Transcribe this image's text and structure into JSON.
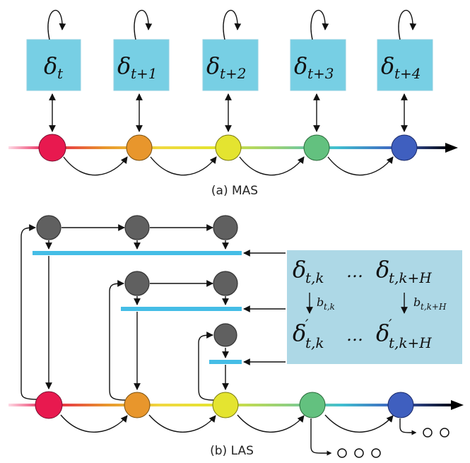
{
  "mas": {
    "caption": "(a) MAS",
    "boxes": [
      {
        "base": "δ",
        "sub": "t"
      },
      {
        "base": "δ",
        "sub": "t+1"
      },
      {
        "base": "δ",
        "sub": "t+2"
      },
      {
        "base": "δ",
        "sub": "t+3"
      },
      {
        "base": "δ",
        "sub": "t+4"
      }
    ]
  },
  "las": {
    "caption": "(b) LAS",
    "panel": {
      "row1_left_base": "δ",
      "row1_left_sub": "t,k",
      "row1_ellipsis": "…",
      "row1_right_base": "δ",
      "row1_right_sub": "t,k+H",
      "arrow_left_label": "b",
      "arrow_left_sub": "t,k",
      "arrow_right_label": "b",
      "arrow_right_sub": "t,k+H",
      "row2_left_base": "δ",
      "row2_left_prime": "′",
      "row2_left_sub": "t,k",
      "row2_ellipsis": "…",
      "row2_right_base": "δ",
      "row2_right_prime": "′",
      "row2_right_sub": "t,k+H"
    }
  },
  "colors": {
    "red": "#e8194f",
    "orange": "#e8962c",
    "yellow": "#e4e430",
    "green": "#63c17f",
    "blue": "#3f5fbf",
    "box": "#77cfe4",
    "bar": "#45bde6",
    "gray_node": "#606060"
  }
}
